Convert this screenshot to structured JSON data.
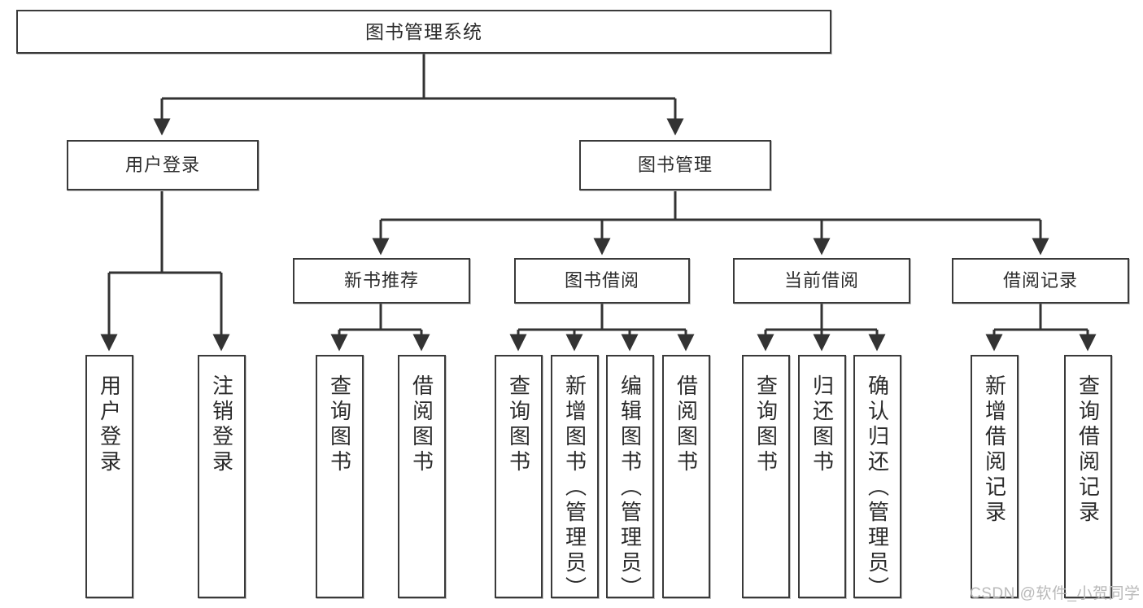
{
  "diagram": {
    "title": "图书管理系统",
    "watermark": "CSDN @软件_小贺同学",
    "colors": {
      "background": "#ffffff",
      "box_border": "#3a3a3a",
      "box_fill": "#ffffff",
      "connector": "#333333",
      "text": "#2b2b2b",
      "watermark": "#b9b9b9"
    },
    "root": {
      "label": "图书管理系统"
    },
    "level2": [
      {
        "label": "用户登录"
      },
      {
        "label": "图书管理"
      }
    ],
    "level3": [
      {
        "label": "新书推荐"
      },
      {
        "label": "图书借阅"
      },
      {
        "label": "当前借阅"
      },
      {
        "label": "借阅记录"
      }
    ],
    "leaves": {
      "user_login": [
        {
          "label": "用户登录"
        },
        {
          "label": "注销登录"
        }
      ],
      "new_book_recommend": [
        {
          "label": "查询图书"
        },
        {
          "label": "借阅图书"
        }
      ],
      "book_borrow": [
        {
          "label": "查询图书"
        },
        {
          "label": "新增图书（管理员）"
        },
        {
          "label": "编辑图书（管理员）"
        },
        {
          "label": "借阅图书"
        }
      ],
      "current_borrow": [
        {
          "label": "查询图书"
        },
        {
          "label": "归还图书"
        },
        {
          "label": "确认归还（管理员）"
        }
      ],
      "borrow_records": [
        {
          "label": "新增借阅记录"
        },
        {
          "label": "查询借阅记录"
        }
      ]
    }
  }
}
